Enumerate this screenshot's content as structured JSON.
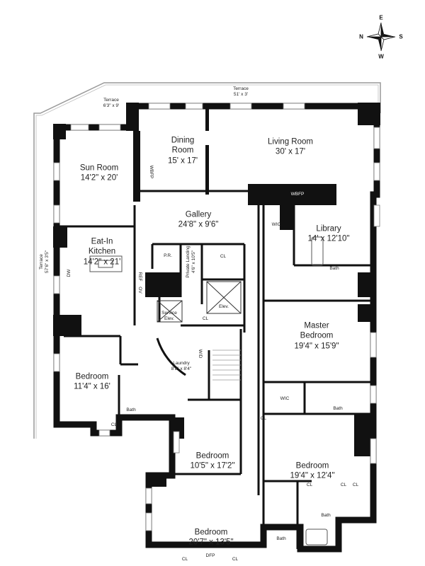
{
  "compass": {
    "north": "N",
    "south": "S",
    "east": "E",
    "west": "W"
  },
  "terraces": [
    {
      "name": "Terrace",
      "size": "6'3\" x 9'"
    },
    {
      "name": "Terrace",
      "size": "51' x 3'"
    },
    {
      "name": "Terrace",
      "size": "57'6\" x 3'5\""
    }
  ],
  "rooms": {
    "sun_room": {
      "name": "Sun Room",
      "size": "14'2\" x 20'"
    },
    "dining": {
      "name": "Dining",
      "name2": "Room",
      "size": "15' x 17'"
    },
    "living": {
      "name": "Living Room",
      "size": "30' x 17'"
    },
    "gallery": {
      "name": "Gallery",
      "size": "24'8\" x 9'6\""
    },
    "library": {
      "name": "Library",
      "size": "14' x 12'10\""
    },
    "kitchen": {
      "name": "Eat-In",
      "name2": "Kitchen",
      "size": "14'2\" x 21'"
    },
    "private_landing": {
      "name": "Private Landing",
      "size": "4'6\" x 10'5\""
    },
    "laundry": {
      "name": "Laundry",
      "size": "8'8\" x 8'4\""
    },
    "master": {
      "name": "Master",
      "name2": "Bedroom",
      "size": "19'4\" x 15'9\""
    },
    "bedroom1": {
      "name": "Bedroom",
      "size": "11'4\" x 16'"
    },
    "bedroom2": {
      "name": "Bedroom",
      "size": "10'5\" x 17'2\""
    },
    "bedroom3": {
      "name": "Bedroom",
      "size": "19'4\" x 12'4\""
    },
    "bedroom4": {
      "name": "Bedroom",
      "size": "20'7\" x 13'5\""
    }
  },
  "fixtures": {
    "wbfp": "WBFP",
    "dfp": "DFP",
    "wic": "WIC",
    "cl": "CL",
    "pr": "P.R.",
    "elev": "Elev.",
    "service_elev": "Service",
    "service_elev2": "Elev.",
    "bath": "Bath",
    "ref": "REF",
    "ov": "OV",
    "dw": "DW",
    "wd": "W/D"
  }
}
